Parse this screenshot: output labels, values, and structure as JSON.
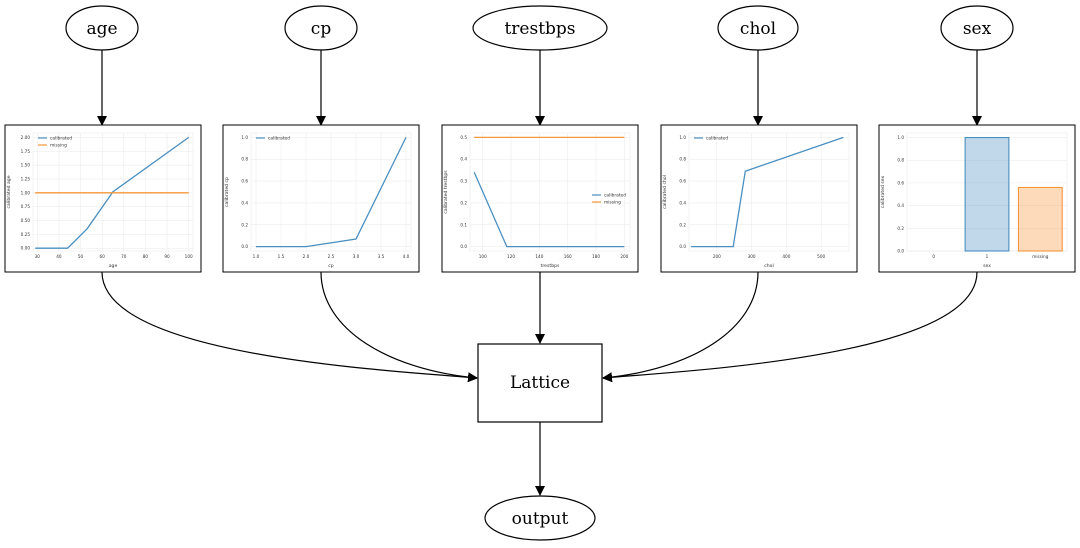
{
  "diagram": {
    "inputs": [
      "age",
      "cp",
      "trestbps",
      "chol",
      "sex"
    ],
    "lattice": "Lattice",
    "output": "output"
  },
  "colors": {
    "calibrated": "#4a8fc0",
    "missing": "#f5963a",
    "grid": "#e8e8e8"
  },
  "chart_data": [
    {
      "type": "line",
      "feature": "age",
      "xlabel": "age",
      "ylabel": "calibrated age",
      "xlim": [
        28,
        102
      ],
      "ylim": [
        -0.05,
        2.08
      ],
      "xticks": [
        30,
        40,
        50,
        60,
        70,
        80,
        90,
        100
      ],
      "yticks": [
        "0.00",
        "0.25",
        "0.50",
        "0.75",
        "1.00",
        "1.25",
        "1.50",
        "1.75",
        "2.00"
      ],
      "legend": "top-left",
      "series": [
        {
          "name": "calibrated",
          "x": [
            29,
            44,
            53,
            65,
            100
          ],
          "y": [
            0.0,
            0.0,
            0.35,
            1.02,
            2.0
          ]
        },
        {
          "name": "missing",
          "x": [
            29,
            100
          ],
          "y": [
            1.0,
            1.0
          ]
        }
      ]
    },
    {
      "type": "line",
      "feature": "cp",
      "xlabel": "cp",
      "ylabel": "calibrated cp",
      "xlim": [
        0.9,
        4.1
      ],
      "ylim": [
        -0.04,
        1.04
      ],
      "xticks": [
        "1.0",
        "1.5",
        "2.0",
        "2.5",
        "3.0",
        "3.5",
        "4.0"
      ],
      "yticks": [
        "0.0",
        "0.2",
        "0.4",
        "0.6",
        "0.8",
        "1.0"
      ],
      "legend": "top-left",
      "series": [
        {
          "name": "calibrated",
          "x": [
            1.0,
            2.0,
            3.0,
            4.0
          ],
          "y": [
            0.0,
            0.0,
            0.07,
            1.0
          ]
        }
      ]
    },
    {
      "type": "line",
      "feature": "trestbps",
      "xlabel": "trestbps",
      "ylabel": "calibrated trestbps",
      "xlim": [
        91,
        204
      ],
      "ylim": [
        -0.02,
        0.52
      ],
      "xticks": [
        100,
        120,
        140,
        160,
        180,
        200
      ],
      "yticks": [
        "0.0",
        "0.1",
        "0.2",
        "0.3",
        "0.4",
        "0.5"
      ],
      "legend": "center-right",
      "series": [
        {
          "name": "calibrated",
          "x": [
            94,
            117,
            200
          ],
          "y": [
            0.34,
            0.0,
            0.0
          ]
        },
        {
          "name": "missing",
          "x": [
            94,
            200
          ],
          "y": [
            0.5,
            0.5
          ]
        }
      ]
    },
    {
      "type": "line",
      "feature": "chol",
      "xlabel": "chol",
      "ylabel": "calibrated chol",
      "xlim": [
        120,
        580
      ],
      "ylim": [
        -0.04,
        1.04
      ],
      "xticks": [
        200,
        300,
        400,
        500
      ],
      "yticks": [
        "0.0",
        "0.2",
        "0.4",
        "0.6",
        "0.8",
        "1.0"
      ],
      "legend": "top-left",
      "series": [
        {
          "name": "calibrated",
          "x": [
            126,
            247,
            282,
            564
          ],
          "y": [
            0.0,
            0.0,
            0.69,
            1.0
          ]
        }
      ]
    },
    {
      "type": "bar",
      "feature": "sex",
      "xlabel": "sex",
      "ylabel": "calibrated sex",
      "categories": [
        "0",
        "1",
        "missing"
      ],
      "ylim": [
        0,
        1.04
      ],
      "yticks": [
        "0.0",
        "0.2",
        "0.4",
        "0.6",
        "0.8",
        "1.0"
      ],
      "values": [
        0.0,
        1.0,
        0.56
      ],
      "bar_series": [
        "calibrated",
        "calibrated",
        "missing"
      ]
    }
  ]
}
